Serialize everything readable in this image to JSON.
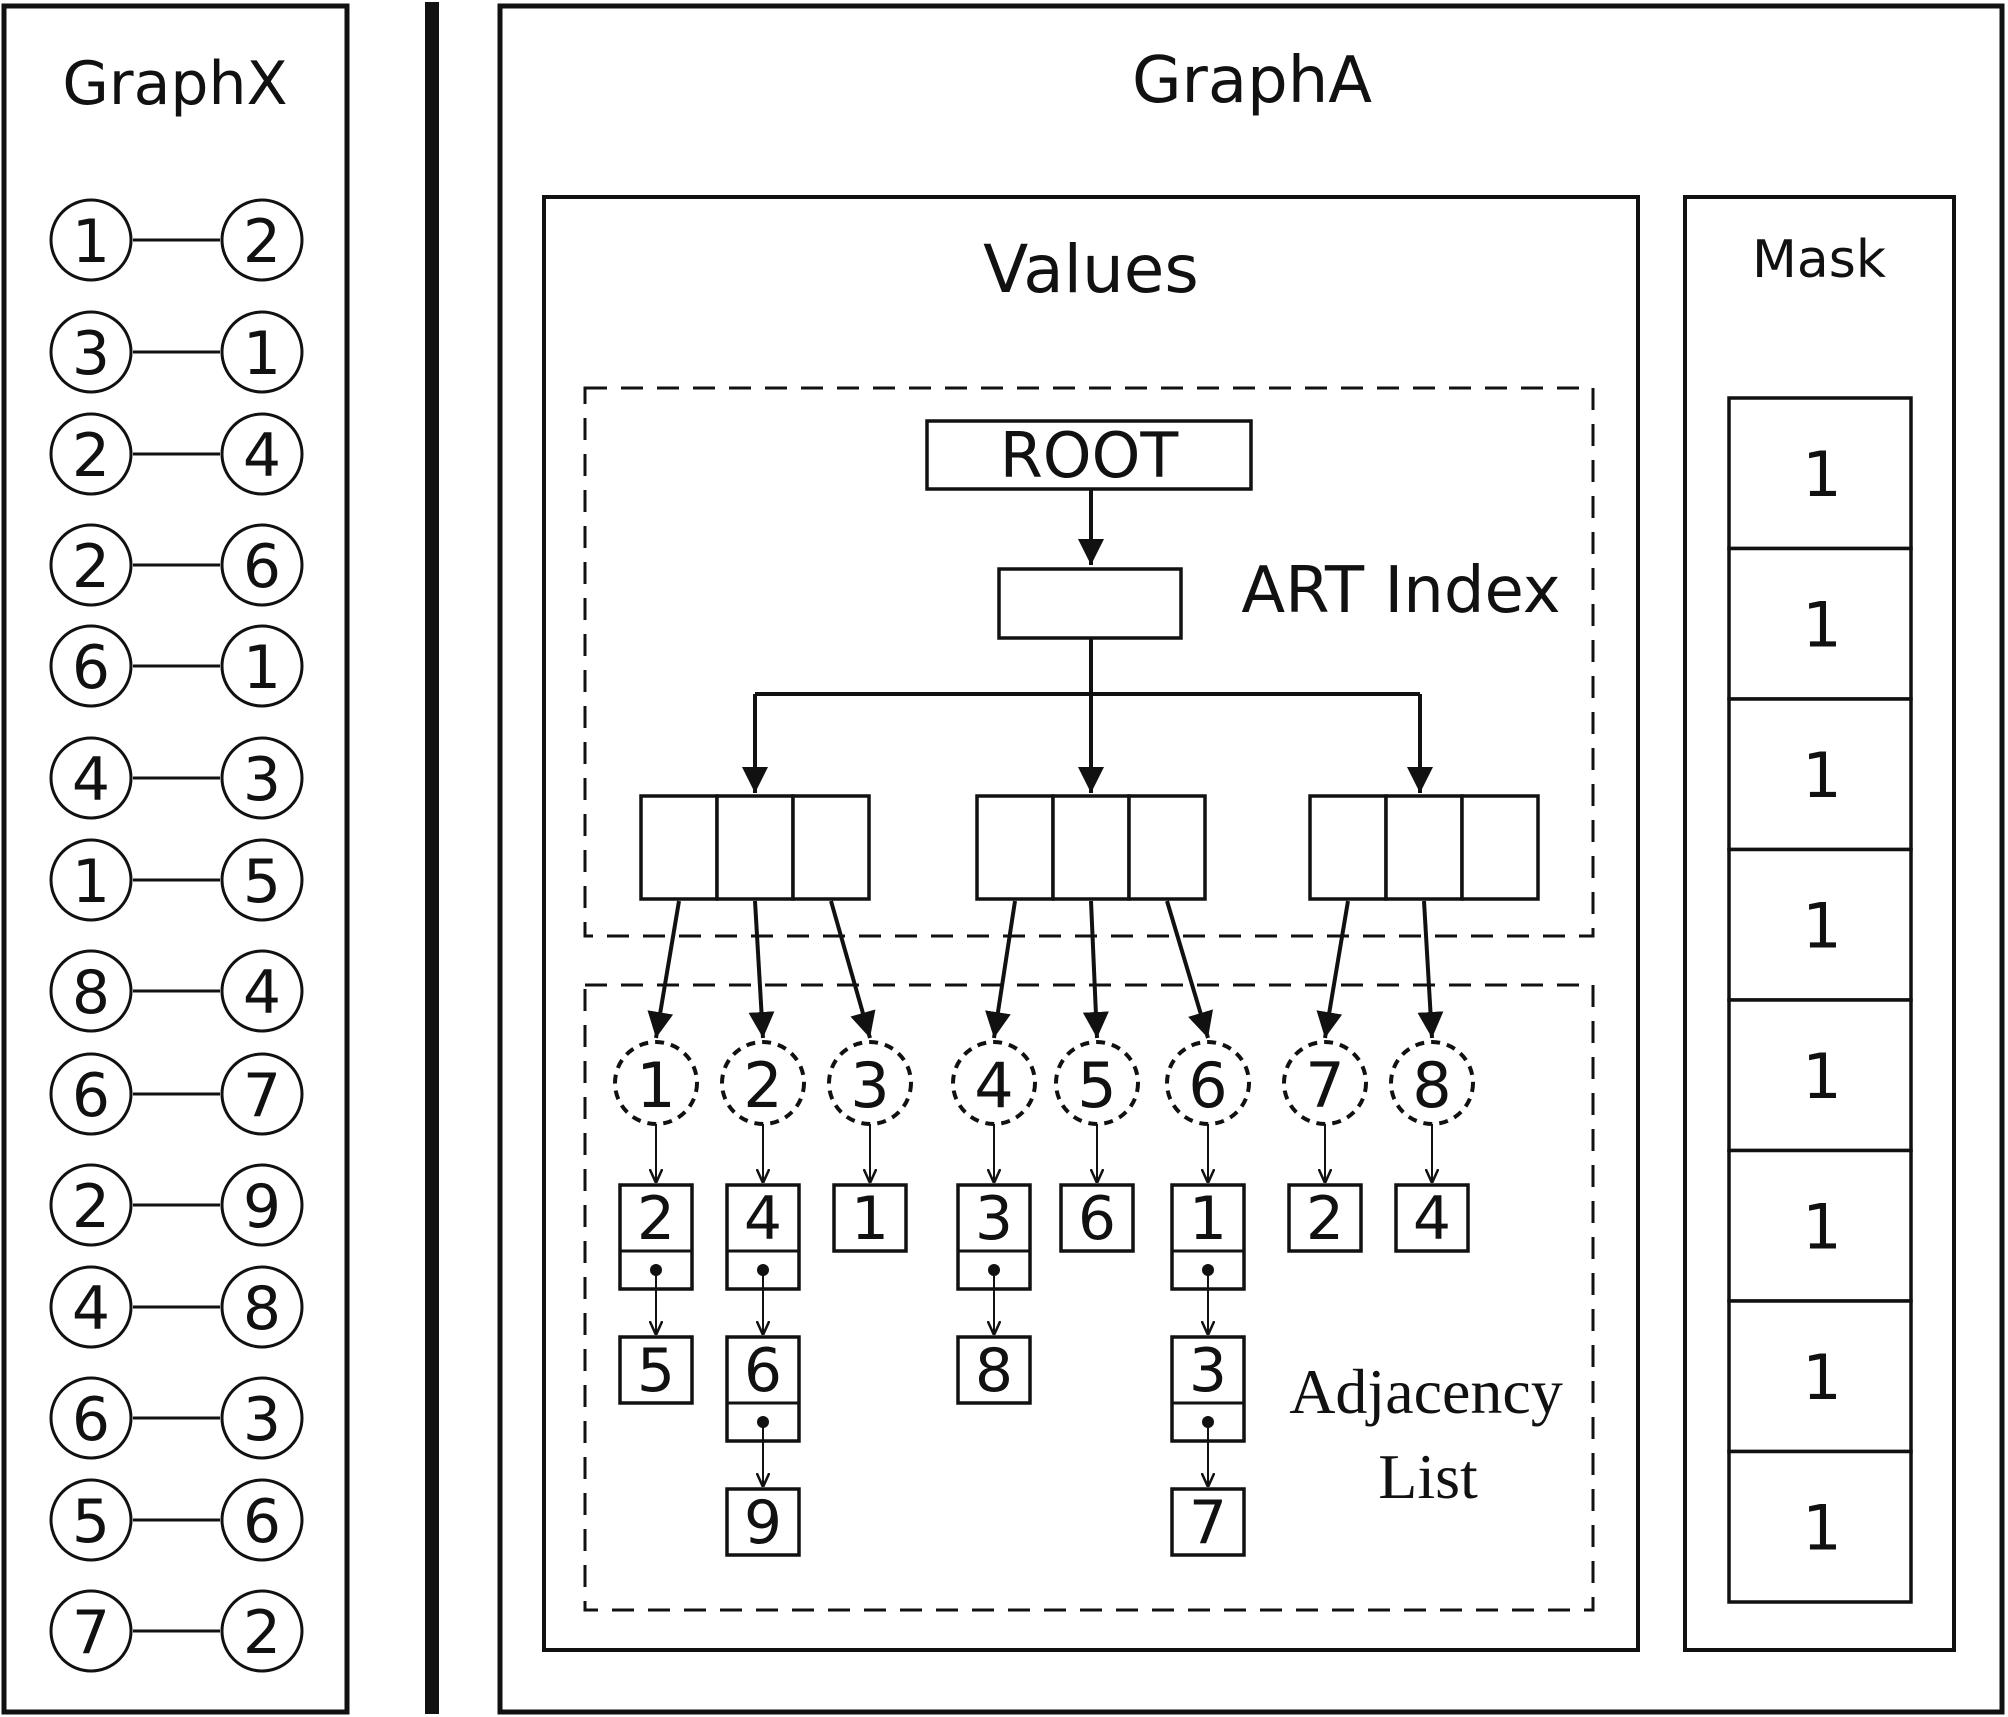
{
  "graphx": {
    "title": "GraphX",
    "edges": [
      [
        "1",
        "2"
      ],
      [
        "3",
        "1"
      ],
      [
        "2",
        "4"
      ],
      [
        "2",
        "6"
      ],
      [
        "6",
        "1"
      ],
      [
        "4",
        "3"
      ],
      [
        "1",
        "5"
      ],
      [
        "8",
        "4"
      ],
      [
        "6",
        "7"
      ],
      [
        "2",
        "9"
      ],
      [
        "4",
        "8"
      ],
      [
        "6",
        "3"
      ],
      [
        "5",
        "6"
      ],
      [
        "7",
        "2"
      ]
    ]
  },
  "grapha": {
    "title": "GraphA",
    "values": {
      "title": "Values",
      "root_label": "ROOT",
      "art_label": "ART Index",
      "adjacency_label_line1": "Adjacency",
      "adjacency_label_line2": "List",
      "vertices": [
        "1",
        "2",
        "3",
        "4",
        "5",
        "6",
        "7",
        "8"
      ],
      "adjacency": [
        [
          "2",
          "5"
        ],
        [
          "4",
          "6",
          "9"
        ],
        [
          "1"
        ],
        [
          "3",
          "8"
        ],
        [
          "6"
        ],
        [
          "1",
          "3",
          "7"
        ],
        [
          "2"
        ],
        [
          "4"
        ]
      ]
    },
    "mask": {
      "title": "Mask",
      "bits": [
        "1",
        "1",
        "1",
        "1",
        "1",
        "1",
        "1",
        "1"
      ]
    }
  }
}
